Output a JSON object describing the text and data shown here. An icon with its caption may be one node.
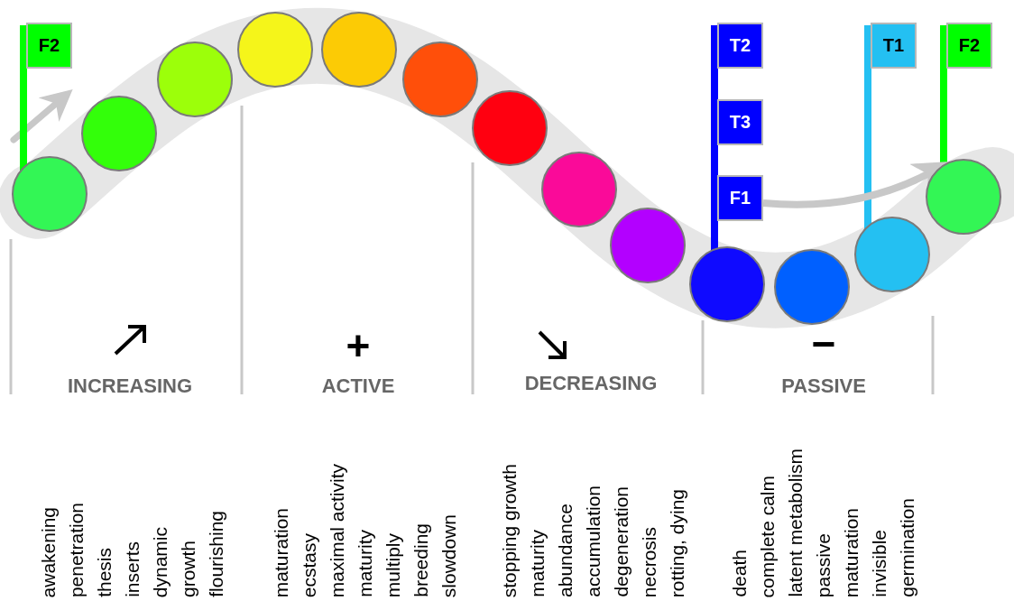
{
  "diagram": {
    "nodes": [
      {
        "text": [
          "F2"
        ]
      },
      {
        "text": [],
        "shape": "circle"
      },
      {
        "text": [],
        "shape": "circle"
      },
      {
        "text": [],
        "shape": "circle"
      },
      {
        "text": [],
        "shape": "circle"
      },
      {
        "text": [],
        "shape": "circle"
      },
      {
        "text": [],
        "shape": "circle"
      },
      {
        "text": [],
        "shape": "circle"
      },
      {
        "text": [],
        "shape": "circle"
      },
      {
        "text": [],
        "shape": "circle"
      },
      {
        "text": [],
        "shape": "circle"
      },
      {
        "text": [],
        "shape": "circle"
      },
      {
        "text": [],
        "shape": "circle"
      },
      {
        "text": [],
        "shape": "circle"
      },
      {
        "text": [
          "T2"
        ]
      },
      {
        "text": [
          "T3"
        ]
      },
      {
        "text": [
          "F1"
        ]
      },
      {
        "text": [
          "T1"
        ]
      },
      {
        "text": [
          "F2"
        ]
      }
    ],
    "edges": [
      {
        "from": 0,
        "to": 1,
        "arrow": "none",
        "color": "#00ff00"
      },
      {
        "from": 14,
        "to": 10,
        "arrow": "none",
        "color": "#0000ff"
      },
      {
        "from": 15,
        "to": 10,
        "arrow": "none",
        "color": "#0000ff"
      },
      {
        "from": 16,
        "to": 10,
        "arrow": "none",
        "color": "#0000ff"
      },
      {
        "from": 17,
        "to": 12,
        "arrow": "none",
        "color": "#24c0f2"
      },
      {
        "from": 18,
        "to": 13,
        "arrow": "none",
        "color": "#00ff00"
      },
      {
        "from": 16,
        "to": 13,
        "arrow": "to",
        "color": "#c8c8c8"
      }
    ],
    "labels": [
      "INCREASING",
      "+",
      "ACTIVE",
      "DECREASING",
      "−",
      "PASSIVE",
      "awakening",
      "penetration",
      "thesis",
      "inserts",
      "dynamic",
      "growth",
      "flourishing",
      "maturation",
      "ecstasy",
      "maximal activity",
      "maturity",
      "multiply",
      "breeding",
      "slowdown",
      "stopping growth",
      "maturity",
      "abundance",
      "accumulation",
      "degeneration",
      "necrosis",
      "rotting, dying",
      "death",
      "complete calm",
      "latent metabolism",
      "passive",
      "maturation",
      "invisible",
      "germination"
    ]
  }
}
